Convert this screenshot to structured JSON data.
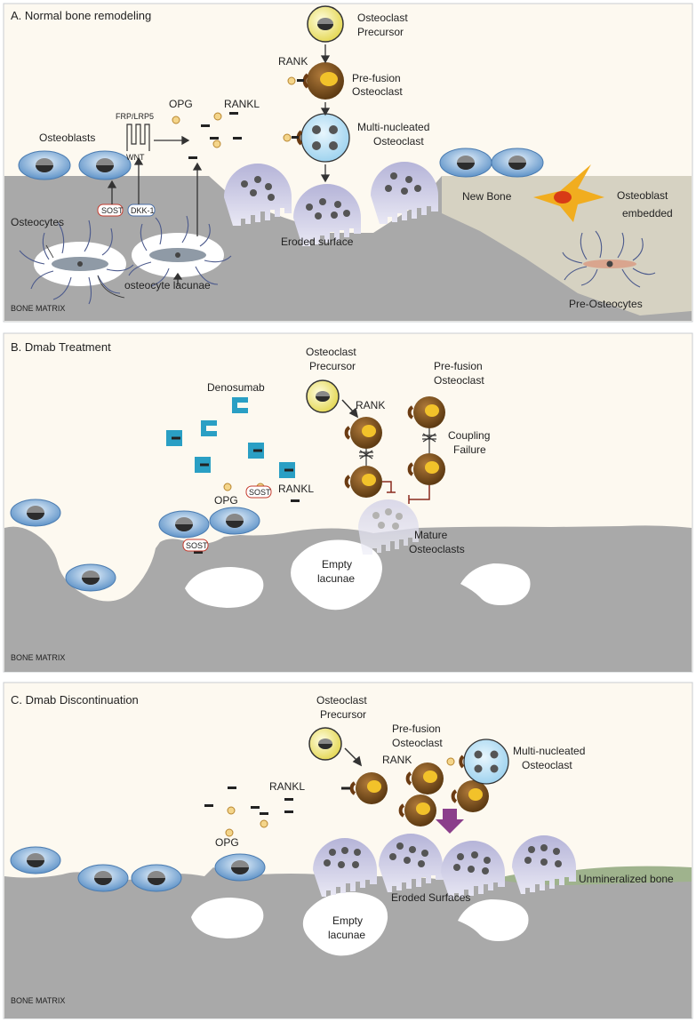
{
  "panels": {
    "a": {
      "title": "A. Normal bone remodeling",
      "labels": {
        "osteoclast_precursor_1": "Osteoclast",
        "osteoclast_precursor_2": "Precursor",
        "rank": "RANK",
        "prefusion_1": "Pre-fusion",
        "prefusion_2": "Osteoclast",
        "multinucleated_1": "Multi-nucleated",
        "multinucleated_2": "Osteoclast",
        "opg": "OPG",
        "rankl": "RANKL",
        "osteoblasts": "Osteoblasts",
        "frp_lrp5": "FRP/LRP5",
        "wnt": "WNT",
        "sost": "SOST",
        "dkk1": "DKK-1",
        "osteocytes": "Osteocytes",
        "osteocyte_lacunae": "osteocyte lacunae",
        "eroded_surface": "Eroded surface",
        "new_bone": "New Bone",
        "osteoblast_embedded_1": "Osteoblast",
        "osteoblast_embedded_2": "embedded",
        "pre_osteocytes": "Pre-Osteocytes",
        "bone_matrix": "BONE MATRIX"
      }
    },
    "b": {
      "title": "B. Dmab Treatment",
      "labels": {
        "denosumab": "Denosumab",
        "osteoclast_precursor_1": "Osteoclast",
        "osteoclast_precursor_2": "Precursor",
        "rank": "RANK",
        "prefusion_1": "Pre-fusion",
        "prefusion_2": "Osteoclast",
        "coupling_1": "Coupling",
        "coupling_2": "Failure",
        "opg": "OPG",
        "sost": "SOST",
        "sost2": "SOST",
        "rankl": "RANKL",
        "mature_1": "Mature",
        "mature_2": "Osteoclasts",
        "empty_1": "Empty",
        "empty_2": "lacunae",
        "bone_matrix": "BONE MATRIX"
      }
    },
    "c": {
      "title": "C. Dmab Discontinuation",
      "labels": {
        "osteoclast_precursor_1": "Osteoclast",
        "osteoclast_precursor_2": "Precursor",
        "prefusion_1": "Pre-fusion",
        "prefusion_2": "Osteoclast",
        "rank": "RANK",
        "multinucleated_1": "Multi-nucleated",
        "multinucleated_2": "Osteoclast",
        "rankl": "RANKL",
        "opg": "OPG",
        "eroded_surfaces": "Eroded Surfaces",
        "unmineralized": "Unmineralized bone",
        "empty_1": "Empty",
        "empty_2": "lacunae",
        "bone_matrix": "BONE MATRIX"
      }
    }
  },
  "colors": {
    "panel_bg": "#fdf9f0",
    "panel_border": "#c9ccd0",
    "bone": "#a9a9a9",
    "new_bone": "#d6d2c2",
    "unmineralized": "#9fb38d",
    "osteoblast": "#6e9fd0",
    "precursor": "#f1ec8a",
    "prefusion": "#8a5a23",
    "multinucleated": "#bfe3f7",
    "resorbing": "#b7b5d6",
    "denosumab": "#2a9fc4",
    "opg_fill": "#f4d58a",
    "arrow_purple": "#8b3f8b"
  }
}
